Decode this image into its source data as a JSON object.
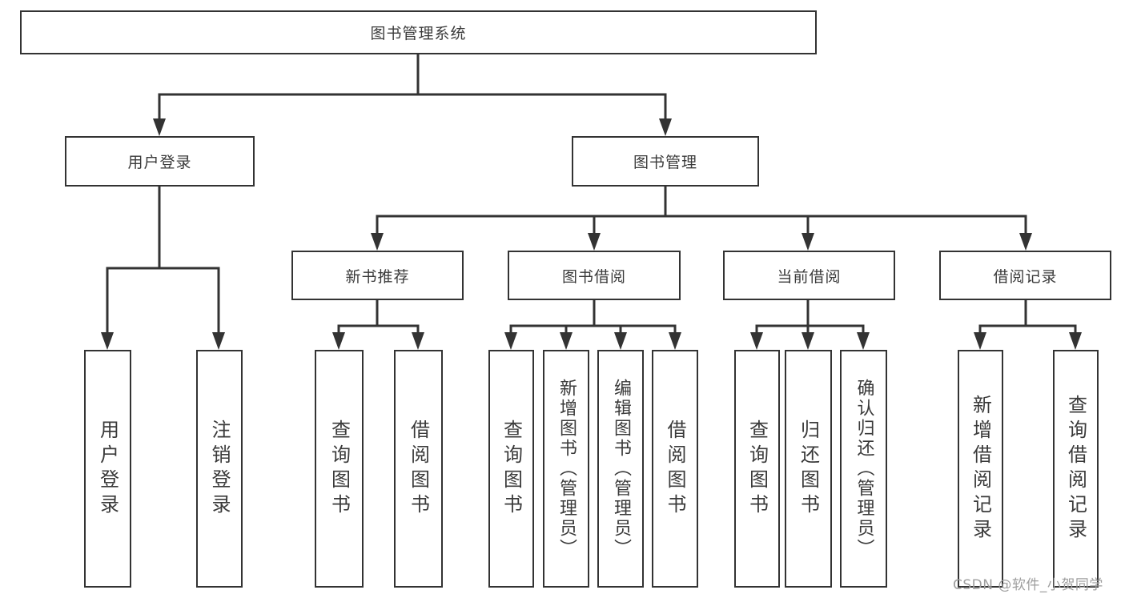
{
  "tree": {
    "label": "图书管理系统",
    "children": [
      {
        "label": "用户登录",
        "children": [
          {
            "label": "用户登录"
          },
          {
            "label": "注销登录"
          }
        ]
      },
      {
        "label": "图书管理",
        "children": [
          {
            "label": "新书推荐",
            "children": [
              {
                "label": "查询图书"
              },
              {
                "label": "借阅图书"
              }
            ]
          },
          {
            "label": "图书借阅",
            "children": [
              {
                "label": "查询图书"
              },
              {
                "label": "新增图书（管理员）"
              },
              {
                "label": "编辑图书（管理员）"
              },
              {
                "label": "借阅图书"
              }
            ]
          },
          {
            "label": "当前借阅",
            "children": [
              {
                "label": "查询图书"
              },
              {
                "label": "归还图书"
              },
              {
                "label": "确认归还（管理员）"
              }
            ]
          },
          {
            "label": "借阅记录",
            "children": [
              {
                "label": "新增借阅记录"
              },
              {
                "label": "查询借阅记录"
              }
            ]
          }
        ]
      }
    ]
  },
  "watermark": {
    "text": "CSDN @软件_小贺同学"
  },
  "colors": {
    "line": "#333333",
    "border": "#333333",
    "box_fill": "#ffffff",
    "text": "#3a3a3a",
    "watermark": "#9e9e9e",
    "background": "#ffffff"
  }
}
